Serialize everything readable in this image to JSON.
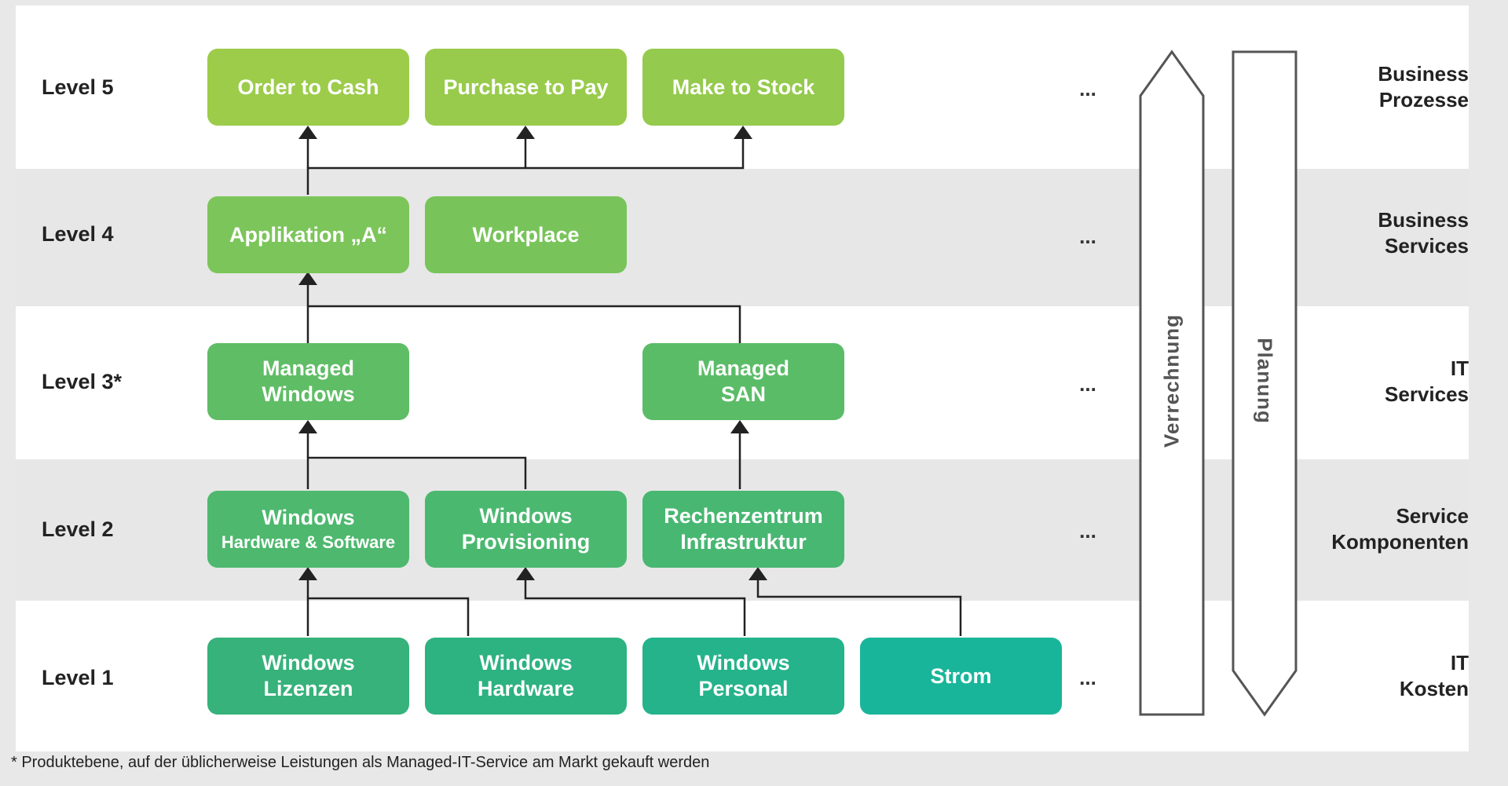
{
  "levels": [
    {
      "label": "Level 5",
      "right_line1": "Business",
      "right_line2": "Prozesse"
    },
    {
      "label": "Level 4",
      "right_line1": "Business",
      "right_line2": "Services"
    },
    {
      "label": "Level 3*",
      "right_line1": "IT",
      "right_line2": "Services"
    },
    {
      "label": "Level 2",
      "right_line1": "Service",
      "right_line2": "Komponenten"
    },
    {
      "label": "Level 1",
      "right_line1": "IT",
      "right_line2": "Kosten"
    }
  ],
  "nodes": {
    "order_to_cash": {
      "line1": "Order to Cash"
    },
    "purchase_to_pay": {
      "line1": "Purchase to Pay"
    },
    "make_to_stock": {
      "line1": "Make to Stock"
    },
    "applikation_a": {
      "line1": "Applikation „A“"
    },
    "workplace": {
      "line1": "Workplace"
    },
    "managed_windows": {
      "line1": "Managed",
      "line2": "Windows"
    },
    "managed_san": {
      "line1": "Managed",
      "line2": "SAN"
    },
    "windows_hw_sw": {
      "line1": "Windows",
      "line2": "Hardware & Software"
    },
    "windows_provisioning": {
      "line1": "Windows",
      "line2": "Provisioning"
    },
    "rechenzentrum": {
      "line1": "Rechenzentrum",
      "line2": "Infrastruktur"
    },
    "windows_lizenzen": {
      "line1": "Windows",
      "line2": "Lizenzen"
    },
    "windows_hardware": {
      "line1": "Windows",
      "line2": "Hardware"
    },
    "windows_personal": {
      "line1": "Windows",
      "line2": "Personal"
    },
    "strom": {
      "line1": "Strom"
    }
  },
  "ellipsis": "...",
  "arrows": {
    "up_label": "Verrechnung",
    "down_label": "Planung"
  },
  "colors": {
    "level5": "#9ccc4a",
    "level4": "#7cc55a",
    "level3": "#5fbd66",
    "level2": "#4db86e",
    "level1_start": "#36b27a",
    "level1_end": "#19b59a",
    "connector": "#222222"
  },
  "footnote": "* Produktebene, auf der üblicherweise Leistungen als Managed-IT-Service am Markt gekauft werden"
}
